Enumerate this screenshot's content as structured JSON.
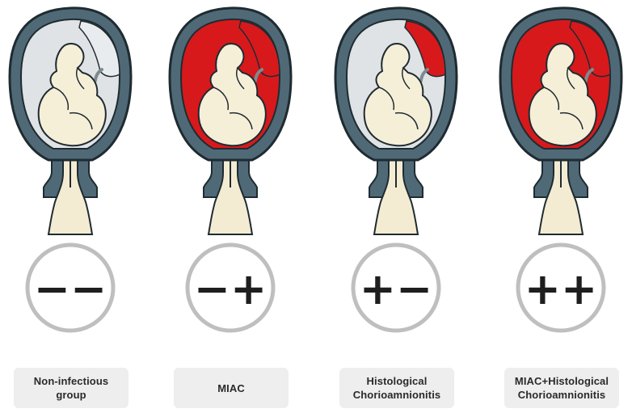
{
  "panels": [
    {
      "label": "Non-infectious\ngroup",
      "sign": "−−",
      "miac": false,
      "histological": false
    },
    {
      "label": "MIAC",
      "sign": "−+",
      "miac": true,
      "histological": false
    },
    {
      "label": "Histological\nChorioamnionitis",
      "sign": "+−",
      "miac": false,
      "histological": true
    },
    {
      "label": "MIAC+Histological\nChorioamnionitis",
      "sign": "++",
      "miac": true,
      "histological": true
    }
  ],
  "colors": {
    "wall": "#4f6a76",
    "wall_outline": "#1f2b31",
    "fluid_clear": "#dfe3e6",
    "fluid_infected": "#d7191c",
    "membrane_inflamed": "#d7191c",
    "fetus": "#f6efd8",
    "cervix": "#f4ecd2",
    "cord": "#7d8a90",
    "sign_ring": "#bfbfbf",
    "sign_symbol": "#1e1e1e"
  }
}
